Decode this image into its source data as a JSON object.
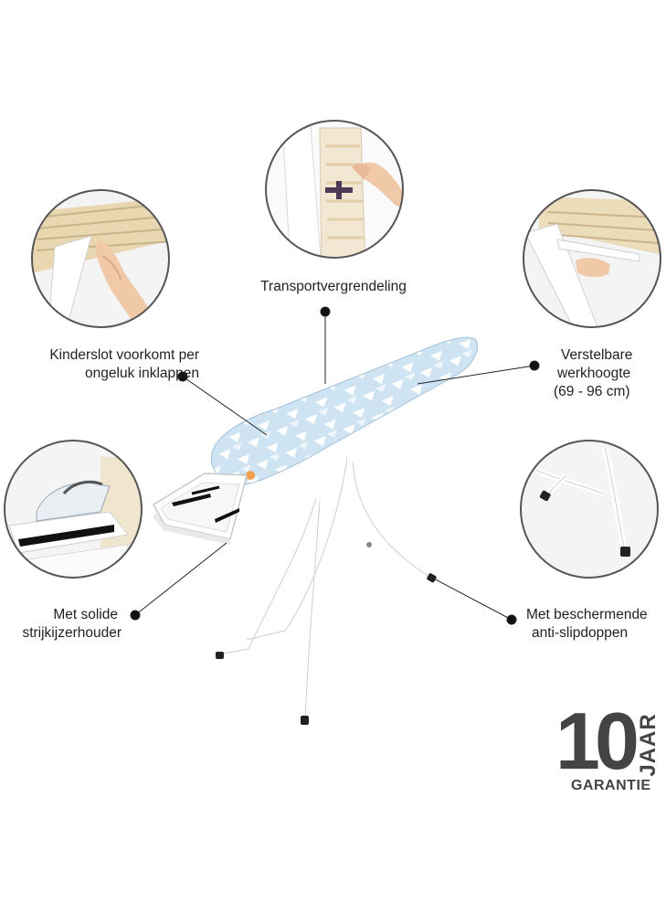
{
  "callouts": {
    "transport": "Transportvergrendeling",
    "childlock": [
      "Kinderslot voorkomt per",
      "ongeluk inklappen"
    ],
    "height": [
      "Verstelbare",
      "werkhoogte",
      "(69 - 96 cm)"
    ],
    "holder": [
      "Met solide",
      "strijkijzerhouder"
    ],
    "feet": [
      "Met beschermende",
      "anti-slipdoppen"
    ]
  },
  "warranty": {
    "number": "10",
    "unit": "JAAR",
    "caption": "GARANTIE"
  },
  "colors": {
    "cover": "#cfe4f3",
    "frame": "#ffffff",
    "text": "#222222",
    "badge": "#444444"
  }
}
